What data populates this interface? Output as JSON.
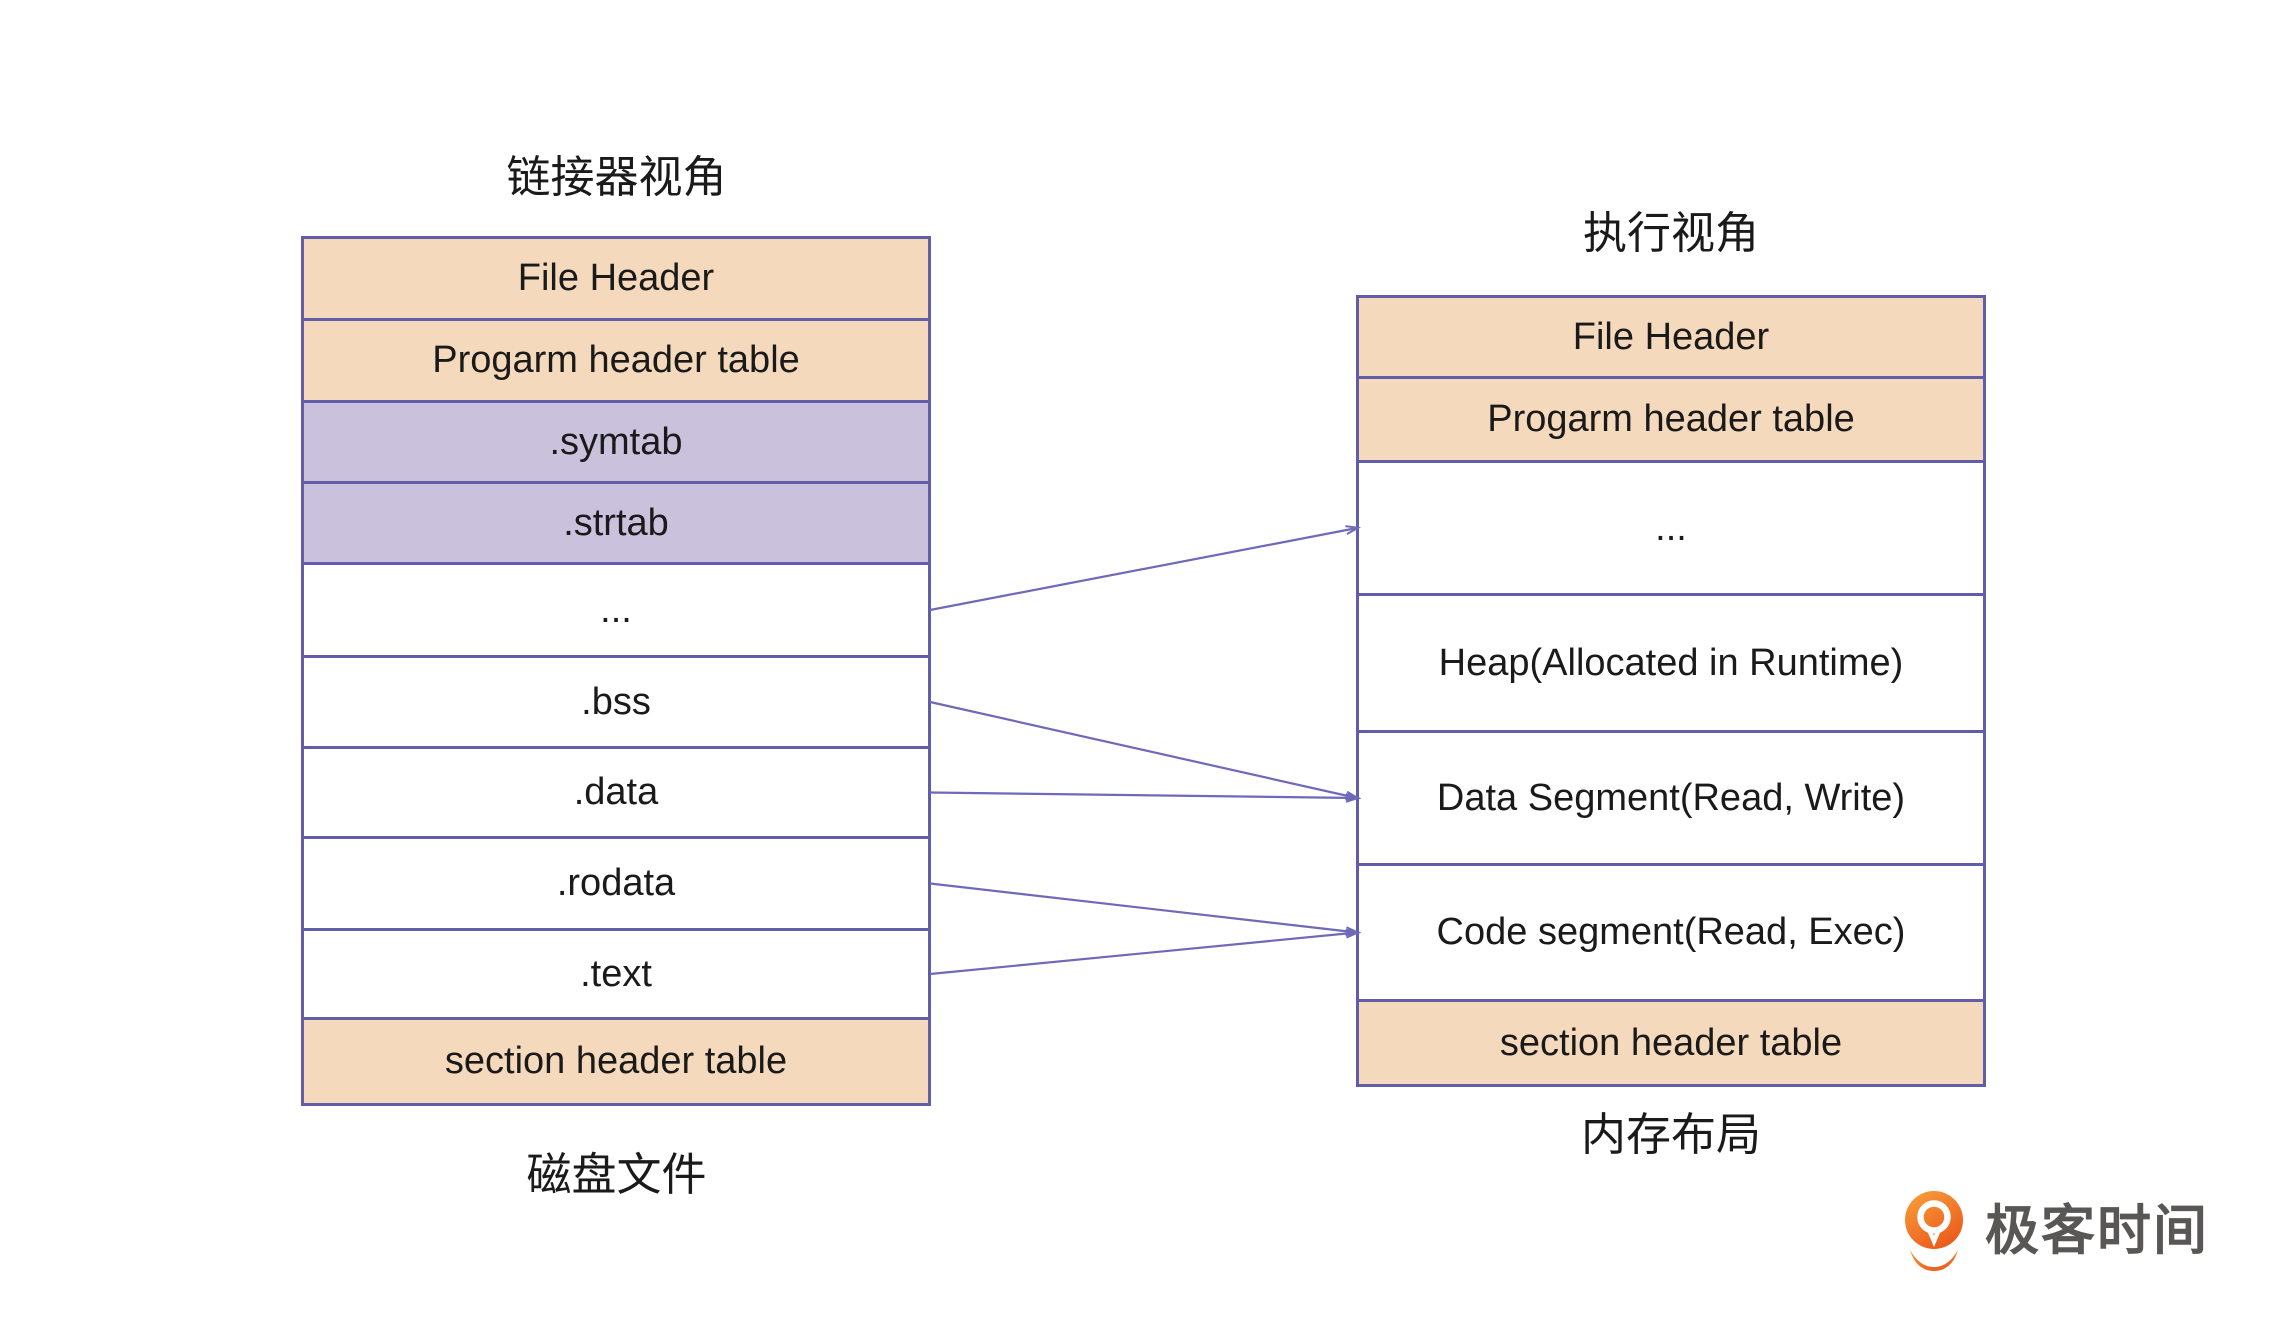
{
  "colors": {
    "box_orange": "#F5D9BC",
    "box_purple": "#CAC2DC",
    "box_border": "#625DA9",
    "arrow": "#6E69B8",
    "logo_orange": "#ED6C1E",
    "logo_text_color": "#595656"
  },
  "left_column": {
    "title": "链接器视角",
    "caption": "磁盘文件",
    "rows": [
      {
        "label": "File Header",
        "fill": "orange",
        "height": 82
      },
      {
        "label": "Progarm header table",
        "fill": "orange",
        "height": 82
      },
      {
        "label": ".symtab",
        "fill": "purple",
        "height": 81
      },
      {
        "label": ".strtab",
        "fill": "purple",
        "height": 81
      },
      {
        "label": "...",
        "fill": "white",
        "height": 93
      },
      {
        "label": ".bss",
        "fill": "white",
        "height": 91
      },
      {
        "label": ".data",
        "fill": "white",
        "height": 90
      },
      {
        "label": ".rodata",
        "fill": "white",
        "height": 92
      },
      {
        "label": ".text",
        "fill": "white",
        "height": 89
      },
      {
        "label": "section header table",
        "fill": "orange",
        "height": 83
      }
    ]
  },
  "right_column": {
    "title": "执行视角",
    "caption": "内存布局",
    "rows": [
      {
        "label": "File Header",
        "fill": "orange",
        "height": 81
      },
      {
        "label": "Progarm header table",
        "fill": "orange",
        "height": 84
      },
      {
        "label": "...",
        "fill": "white",
        "height": 133
      },
      {
        "label": "Heap(Allocated in Runtime)",
        "fill": "white",
        "height": 137
      },
      {
        "label": "Data Segment(Read, Write)",
        "fill": "white",
        "height": 133
      },
      {
        "label": "Code segment(Read, Exec)",
        "fill": "white",
        "height": 136
      },
      {
        "label": "section header table",
        "fill": "orange",
        "height": 82
      }
    ]
  },
  "connections": [
    {
      "from": "...",
      "to": "..."
    },
    {
      "from": ".bss",
      "to": "Data Segment(Read, Write)"
    },
    {
      "from": ".data",
      "to": "Data Segment(Read, Write)"
    },
    {
      "from": ".rodata",
      "to": "Code segment(Read, Exec)"
    },
    {
      "from": ".text",
      "to": "Code segment(Read, Exec)"
    }
  ],
  "logo": {
    "text": "极客时间"
  }
}
